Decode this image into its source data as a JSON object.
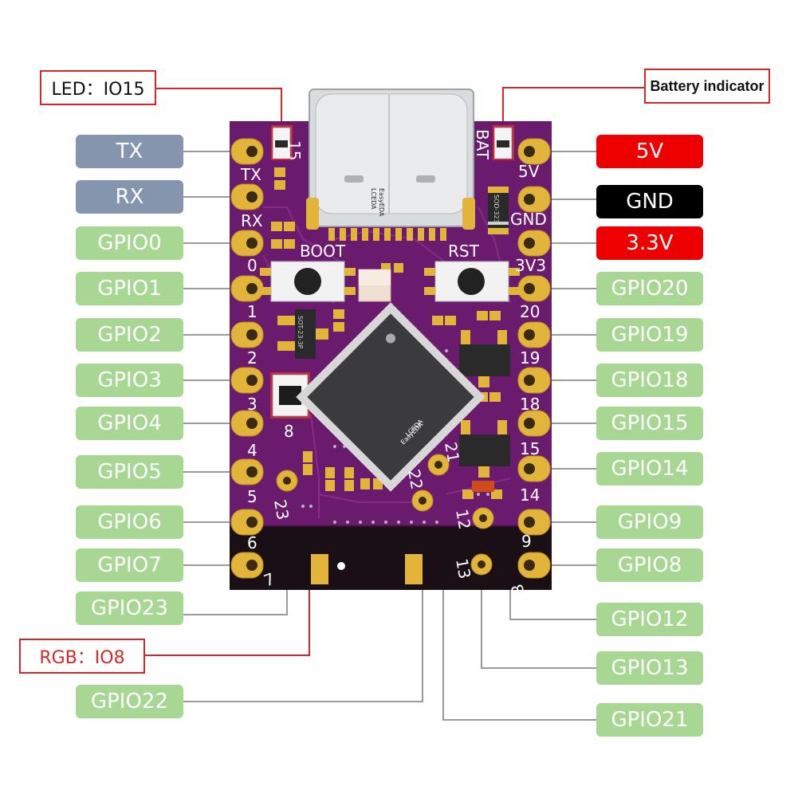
{
  "callouts": {
    "led": "LED：IO15",
    "battery": "Battery indicator",
    "rgb": "RGB：IO8"
  },
  "left_pins": [
    "TX",
    "RX",
    "GPIO0",
    "GPIO1",
    "GPIO2",
    "GPIO3",
    "GPIO4",
    "GPIO5",
    "GPIO6",
    "GPIO7",
    "GPIO23",
    "GPIO22"
  ],
  "right_pins": [
    "5V",
    "GND",
    "3.3V",
    "GPIO20",
    "GPIO19",
    "GPIO18",
    "GPIO15",
    "GPIO14",
    "GPIO9",
    "GPIO8",
    "GPIO12",
    "GPIO13",
    "GPIO21"
  ],
  "board": {
    "silk_left": [
      "TX",
      "RX",
      "0",
      "1",
      "2",
      "3",
      "4",
      "5",
      "6",
      "7"
    ],
    "silk_right": [
      "5V",
      "GND",
      "3V3",
      "20",
      "19",
      "18",
      "15",
      "14",
      "9",
      "8"
    ],
    "silk_top_left": "15",
    "silk_top_right": "BAT",
    "boot": "BOOT",
    "rst": "RST",
    "n8": "8",
    "n21": "21",
    "n22": "22",
    "n23": "23",
    "n12": "12",
    "n13": "13",
    "chip_text1": "SOT-23-3P",
    "chip_text2": "SOD-323",
    "logo1": "LCEDA",
    "logo2": "EasyEDA"
  },
  "colors": {
    "board": "#6a1b6e",
    "pads": "#e2b43a",
    "gpio_label": "#a7d792",
    "uart_label": "#8595ad",
    "power_red": "#ee0000",
    "power_black": "#000000",
    "callout_border": "#d62828",
    "wire": "#9a9a9a"
  }
}
